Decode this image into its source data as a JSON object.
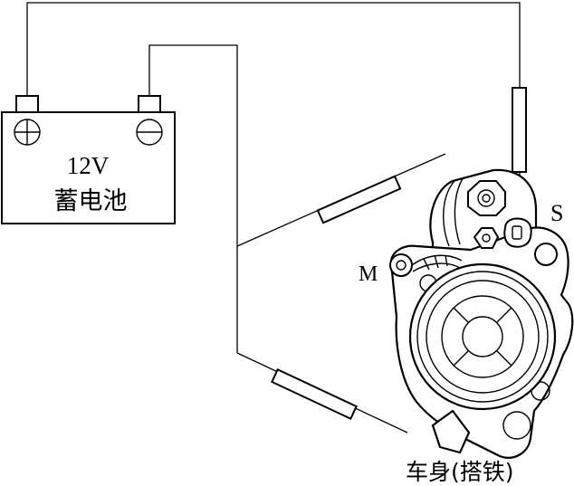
{
  "battery": {
    "voltage": "12V",
    "name": "蓄电池",
    "positive_symbol": "⊕",
    "negative_symbol": "⊖"
  },
  "starter": {
    "terminal_s": "S",
    "terminal_m": "M"
  },
  "ground": {
    "label": "车身(搭铁)"
  },
  "icons": {
    "positive_terminal": "plus-circle-icon",
    "negative_terminal": "minus-circle-icon",
    "fuse": "fuse-icon",
    "starter": "starter-motor-icon"
  }
}
